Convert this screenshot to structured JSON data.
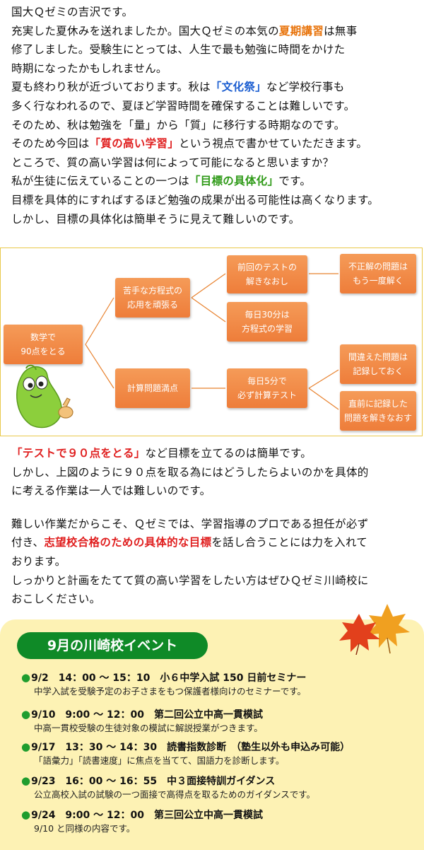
{
  "intro": {
    "line1": "国大Ｑゼミの吉沢です。",
    "line2_a": "充実した夏休みを送れましたか。国大Ｑゼミの本気の",
    "line2_hl": "夏期講習",
    "line2_b": "は無事",
    "line3": "修了しました。受験生にとっては、人生で最も勉強に時間をかけた",
    "line4": "時期になったかもしれません。",
    "line5_a": "夏も終わり秋が近づいております。秋は",
    "line5_hl": "「文化祭」",
    "line5_b": "など学校行事も",
    "line6": "多く行なわれるので、夏ほど学習時間を確保することは難しいです。",
    "line7": "そのため、秋は勉強を「量」から「質」に移行する時期なのです。",
    "line8_a": "そのため今回は",
    "line8_hl": "「質の高い学習」",
    "line8_b": "という視点で書かせていただきます。",
    "line9": "ところで、質の高い学習は何によって可能になると思いますか？",
    "line10_a": "私が生徒に伝えていることの一つは",
    "line10_hl": "「目標の具体化」",
    "line10_b": "です。",
    "line11": "目標を具体的にすればするほど勉強の成果が出る可能性は高くなります。",
    "line12": "しかし、目標の具体化は簡単そうに見えて難しいのです。"
  },
  "diagram": {
    "root": "数学で\n90点をとる",
    "b1": "苦手な方程式の\n応用を頑張る",
    "b2": "計算問題満点",
    "b1a": "前回のテストの\n解きなおし",
    "b1b": "毎日30分は\n方程式の学習",
    "b2a": "毎日5分で\n必ず計算テスト",
    "b1a1": "不正解の問題は\nもう一度解く",
    "b2a1": "間違えた問題は\n記録しておく",
    "b2a2": "直前に記録した\n問題を解きなおす"
  },
  "middle": {
    "line1_hl": "「テストで９０点をとる」",
    "line1_b": "など目標を立てるのは簡単です。",
    "line2": "しかし、上図のように９０点を取る為にはどうしたらよいのかを具体的",
    "line3": "に考える作業は一人では難しいのです。",
    "line4": "難しい作業だからこそ、Ｑゼミでは、学習指導のプロである担任が必ず",
    "line5_a": "付き、",
    "line5_hl": "志望校合格のための具体的な目標",
    "line5_b": "を話し合うことには力を入れて",
    "line6": "おります。",
    "line7": "しっかりと計画をたてて質の高い学習をしたい方はぜひＱゼミ川崎校に",
    "line8": "おこしください。"
  },
  "events": {
    "title": "9月の川崎校イベント",
    "items": [
      {
        "head": "9/2　14：00 ～ 15：10　小６中学入試 150 日前セミナー",
        "desc": "中学入試を受験予定のお子さまをもつ保護者様向けのセミナーです。"
      },
      {
        "head": "9/10　9:00 ～ 12：00　第二回公立中高一貫模試",
        "desc": "中高一貫校受験の生徒対象の模試に解説授業がつきます。"
      },
      {
        "head": "9/17　13：30 ～ 14：30　読書指数診断　（塾生以外も申込み可能）",
        "desc": "「語彙力」「読書速度」に焦点を当てて、国語力を診断します。"
      },
      {
        "head": "9/23　16：00 ～ 16：55　中３面接特訓ガイダンス",
        "desc": "公立高校入試の試験の一つ面接で高得点を取るためのガイダンスです。"
      },
      {
        "head": "9/24　9:00 ～ 12：00　第三回公立中高一貫模試",
        "desc": "9/10 と同様の内容です。"
      }
    ]
  },
  "colors": {
    "accent_orange": "#ee7d3a",
    "event_green": "#0f8a27",
    "event_bg": "#fdf2b4"
  }
}
